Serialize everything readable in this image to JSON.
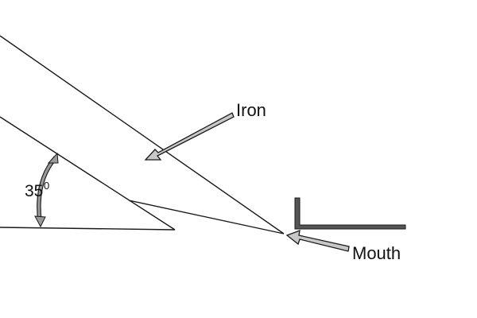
{
  "labels": {
    "iron": "Iron",
    "mouth": "Mouth",
    "angle_value": "35",
    "angle_unit": "0"
  },
  "colors": {
    "line": "#1a1a1a",
    "arrow_fill": "#c8c8c8",
    "arrow_stroke": "#1a1a1a",
    "sole_fill": "#555555",
    "background": "#ffffff"
  }
}
